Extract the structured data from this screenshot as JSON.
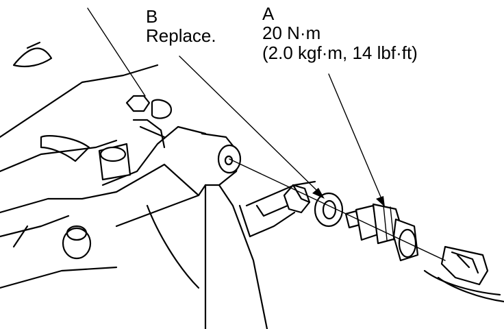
{
  "callouts": {
    "b": {
      "letter": "B",
      "text": "Replace."
    },
    "a": {
      "letter": "A",
      "torque": "20 N·m",
      "conversion": "(2.0 kgf·m, 14 lbf·ft)"
    }
  },
  "colors": {
    "ink": "#000000",
    "paper": "#ffffff"
  }
}
